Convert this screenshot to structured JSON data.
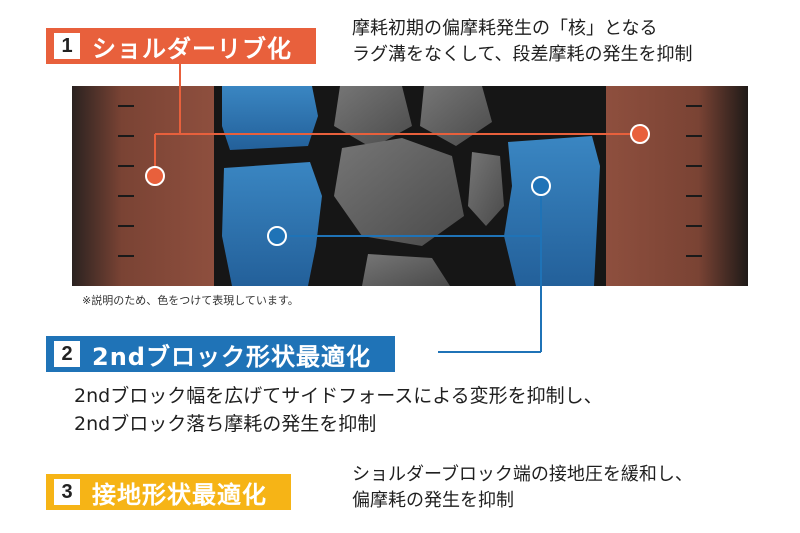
{
  "features": [
    {
      "number": "1",
      "title": "ショルダーリブ化",
      "color": "#e8603c",
      "description_lines": [
        "摩耗初期の偏摩耗発生の「核」となる",
        "ラグ溝をなくして、段差摩耗の発生を抑制"
      ]
    },
    {
      "number": "2",
      "title": "2ndブロック形状最適化",
      "color": "#1f73b7",
      "description_lines": [
        "2ndブロック幅を広げてサイドフォースによる変形を抑制し、",
        "2ndブロック落ち摩耗の発生を抑制"
      ]
    },
    {
      "number": "3",
      "title": "接地形状最適化",
      "color": "#f6b416",
      "description_lines": [
        "ショルダーブロック端の接地圧を緩和し、",
        "偏摩耗の発生を抑制"
      ]
    }
  ],
  "note": "※説明のため、色をつけて表現しています。",
  "tread_image": {
    "shoulder_color": "#8a4a3a",
    "second_block_color": "#2f77b2",
    "center_block_color": "#5b5b5b",
    "groove_color": "#1a1a1a"
  }
}
